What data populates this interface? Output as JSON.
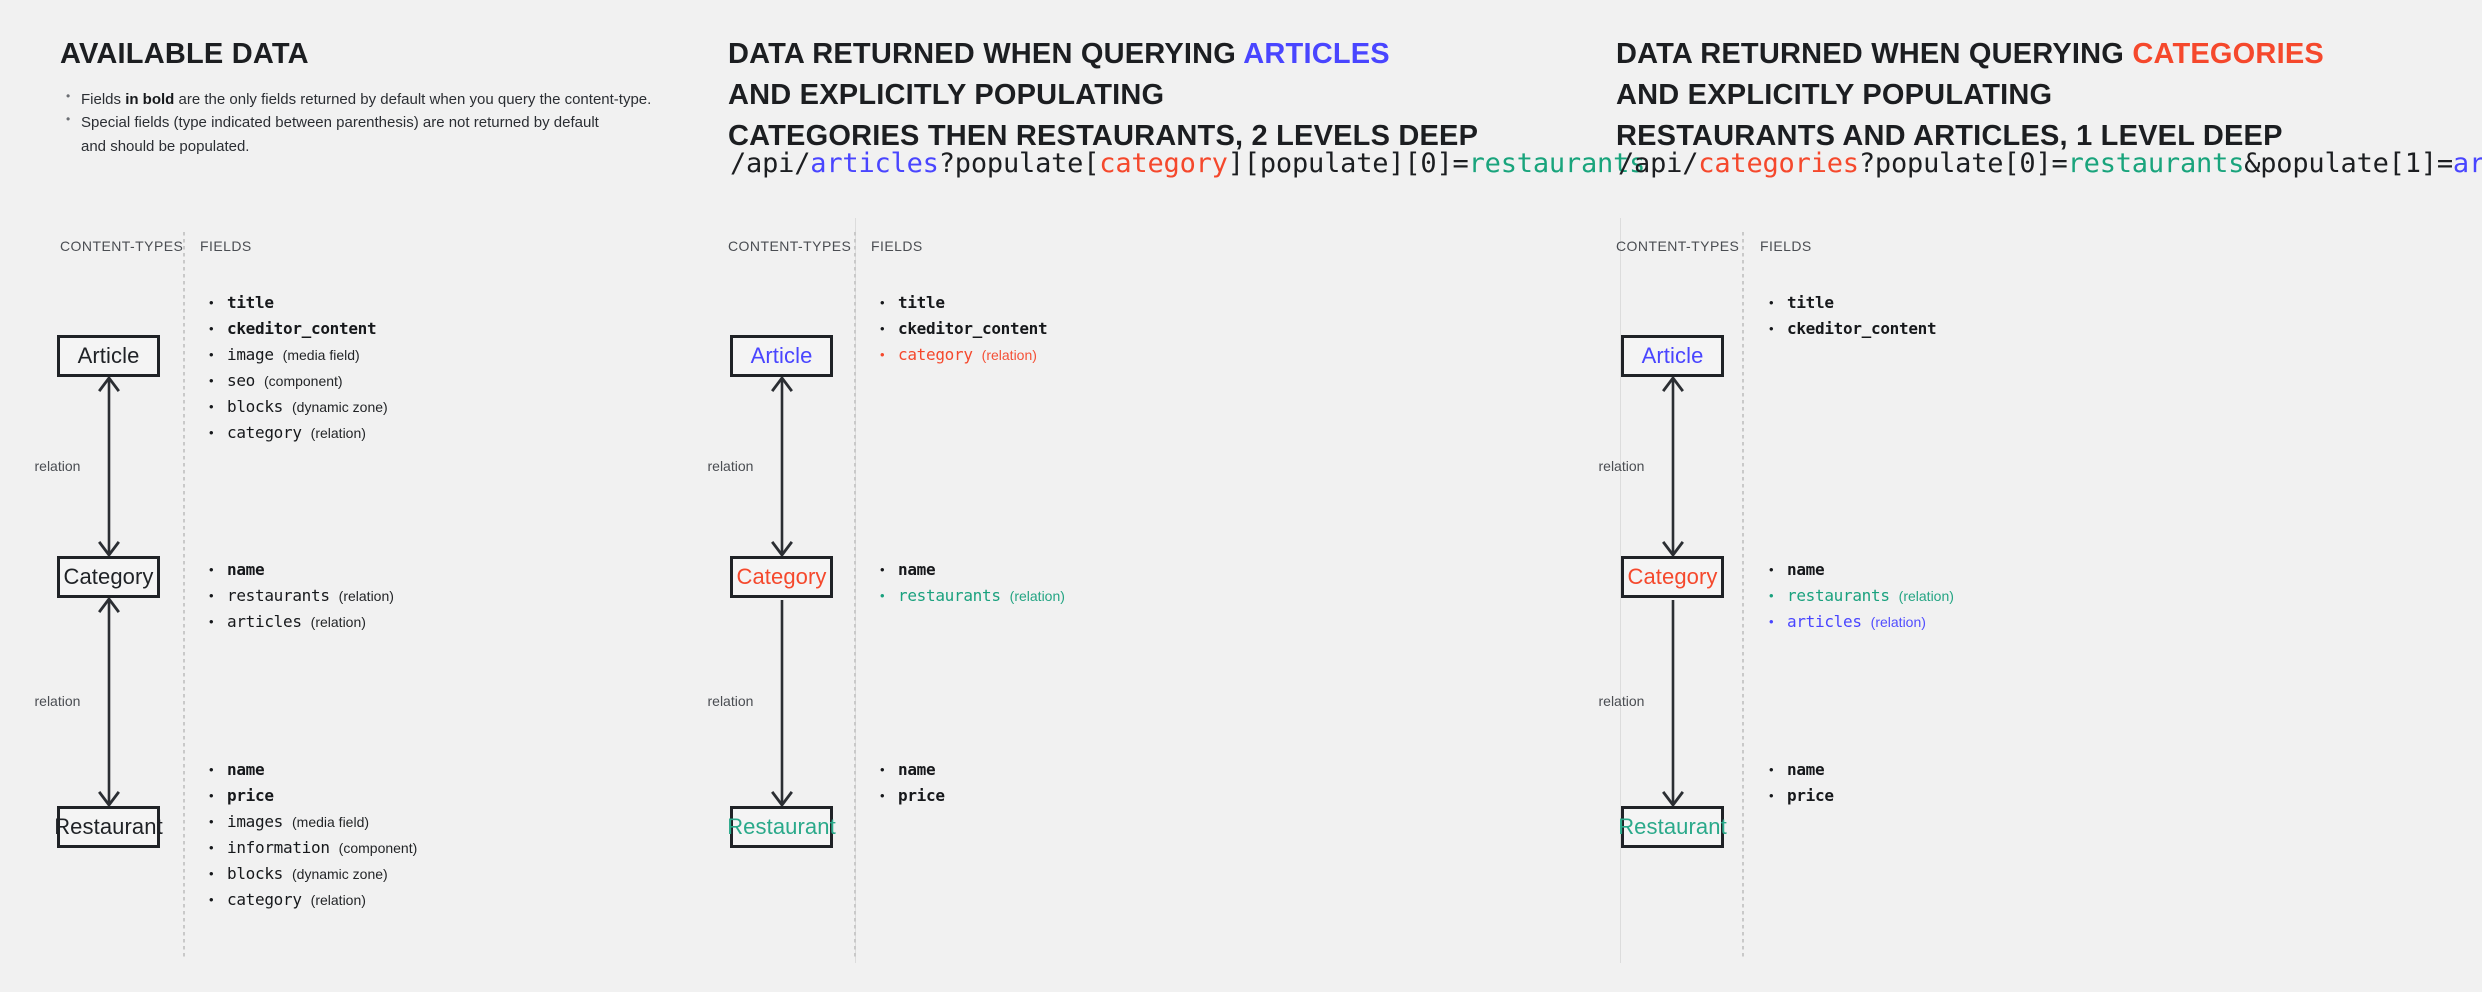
{
  "colors": {
    "background": "#f1f1f1",
    "ink": "#1f2226",
    "blue": "#4945ff",
    "red": "#f5482c",
    "green": "#1aa17e",
    "muted": "#4a4d52"
  },
  "panels": [
    {
      "id": "available-data",
      "heading": {
        "lines": [
          {
            "parts": [
              {
                "text": "AVAILABLE DATA",
                "color": "default"
              }
            ]
          }
        ]
      },
      "bullets": [
        {
          "pre": "Fields ",
          "bold": "in bold",
          "post": " are the only fields returned by default when you query the content-type."
        },
        {
          "pre": "Special fields (type indicated between parenthesis) are not returned by default",
          "bold": "",
          "post": ""
        },
        {
          "pre": "and should be populated.",
          "bold": "",
          "post": "",
          "continuation": true
        }
      ],
      "url": null,
      "col_labels": {
        "content_types": "CONTENT-TYPES",
        "fields": "FIELDS"
      },
      "entities": [
        {
          "name": "Article",
          "color": "default"
        },
        {
          "name": "Category",
          "color": "default"
        },
        {
          "name": "Restaurant",
          "color": "default"
        }
      ],
      "arrows": [
        {
          "label": "relation",
          "heads": "both"
        },
        {
          "label": "relation",
          "heads": "both"
        }
      ],
      "field_groups": [
        {
          "for": "Article",
          "fields": [
            {
              "name": "title",
              "type": "",
              "bold": true,
              "color": "default"
            },
            {
              "name": "ckeditor_content",
              "type": "",
              "bold": true,
              "color": "default"
            },
            {
              "name": "image",
              "type": "(media field)",
              "bold": false,
              "color": "default"
            },
            {
              "name": "seo",
              "type": "(component)",
              "bold": false,
              "color": "default"
            },
            {
              "name": "blocks",
              "type": "(dynamic zone)",
              "bold": false,
              "color": "default"
            },
            {
              "name": "category",
              "type": "(relation)",
              "bold": false,
              "color": "default"
            }
          ]
        },
        {
          "for": "Category",
          "fields": [
            {
              "name": "name",
              "type": "",
              "bold": true,
              "color": "default"
            },
            {
              "name": "restaurants",
              "type": "(relation)",
              "bold": false,
              "color": "default"
            },
            {
              "name": "articles",
              "type": "(relation)",
              "bold": false,
              "color": "default"
            }
          ]
        },
        {
          "for": "Restaurant",
          "fields": [
            {
              "name": "name",
              "type": "",
              "bold": true,
              "color": "default"
            },
            {
              "name": "price",
              "type": "",
              "bold": true,
              "color": "default"
            },
            {
              "name": "images",
              "type": "(media field)",
              "bold": false,
              "color": "default"
            },
            {
              "name": "information",
              "type": "(component)",
              "bold": false,
              "color": "default"
            },
            {
              "name": "blocks",
              "type": "(dynamic zone)",
              "bold": false,
              "color": "default"
            },
            {
              "name": "category",
              "type": "(relation)",
              "bold": false,
              "color": "default"
            }
          ]
        }
      ]
    },
    {
      "id": "query-articles",
      "heading": {
        "lines": [
          {
            "parts": [
              {
                "text": "DATA RETURNED WHEN QUERYING ",
                "color": "default"
              },
              {
                "text": "ARTICLES",
                "color": "blue"
              }
            ]
          },
          {
            "parts": [
              {
                "text": "AND EXPLICITLY POPULATING",
                "color": "default"
              }
            ]
          },
          {
            "parts": [
              {
                "text": "CATEGORIES THEN RESTAURANTS, 2 LEVELS DEEP",
                "color": "default"
              }
            ]
          }
        ]
      },
      "bullets": [],
      "url": {
        "parts": [
          {
            "text": "/api/",
            "color": "default"
          },
          {
            "text": "articles",
            "color": "blue"
          },
          {
            "text": "?populate[",
            "color": "default"
          },
          {
            "text": "category",
            "color": "red"
          },
          {
            "text": "][populate][0]=",
            "color": "default"
          },
          {
            "text": "restaurants",
            "color": "green"
          }
        ]
      },
      "col_labels": {
        "content_types": "CONTENT-TYPES",
        "fields": "FIELDS"
      },
      "entities": [
        {
          "name": "Article",
          "color": "blue"
        },
        {
          "name": "Category",
          "color": "red"
        },
        {
          "name": "Restaurant",
          "color": "green"
        }
      ],
      "arrows": [
        {
          "label": "relation",
          "heads": "both"
        },
        {
          "label": "relation",
          "heads": "down"
        }
      ],
      "field_groups": [
        {
          "for": "Article",
          "fields": [
            {
              "name": "title",
              "type": "",
              "bold": true,
              "color": "default"
            },
            {
              "name": "ckeditor_content",
              "type": "",
              "bold": true,
              "color": "default"
            },
            {
              "name": "category",
              "type": "(relation)",
              "bold": false,
              "color": "red"
            }
          ]
        },
        {
          "for": "Category",
          "fields": [
            {
              "name": "name",
              "type": "",
              "bold": true,
              "color": "default"
            },
            {
              "name": "restaurants",
              "type": "(relation)",
              "bold": false,
              "color": "green"
            }
          ]
        },
        {
          "for": "Restaurant",
          "fields": [
            {
              "name": "name",
              "type": "",
              "bold": true,
              "color": "default"
            },
            {
              "name": "price",
              "type": "",
              "bold": true,
              "color": "default"
            }
          ]
        }
      ]
    },
    {
      "id": "query-categories",
      "heading": {
        "lines": [
          {
            "parts": [
              {
                "text": "DATA RETURNED WHEN QUERYING ",
                "color": "default"
              },
              {
                "text": "CATEGORIES",
                "color": "red"
              }
            ]
          },
          {
            "parts": [
              {
                "text": "AND EXPLICITLY POPULATING",
                "color": "default"
              }
            ]
          },
          {
            "parts": [
              {
                "text": "RESTAURANTS AND ARTICLES, 1 LEVEL DEEP",
                "color": "default"
              }
            ]
          }
        ]
      },
      "bullets": [],
      "url": {
        "parts": [
          {
            "text": "/api/",
            "color": "default"
          },
          {
            "text": "categories",
            "color": "red"
          },
          {
            "text": "?populate[0]=",
            "color": "default"
          },
          {
            "text": "restaurants",
            "color": "green"
          },
          {
            "text": "&populate[1]=",
            "color": "default"
          },
          {
            "text": "articles",
            "color": "blue"
          }
        ]
      },
      "col_labels": {
        "content_types": "CONTENT-TYPES",
        "fields": "FIELDS"
      },
      "entities": [
        {
          "name": "Article",
          "color": "blue"
        },
        {
          "name": "Category",
          "color": "red"
        },
        {
          "name": "Restaurant",
          "color": "green"
        }
      ],
      "arrows": [
        {
          "label": "relation",
          "heads": "both"
        },
        {
          "label": "relation",
          "heads": "down"
        }
      ],
      "field_groups": [
        {
          "for": "Article",
          "fields": [
            {
              "name": "title",
              "type": "",
              "bold": true,
              "color": "default"
            },
            {
              "name": "ckeditor_content",
              "type": "",
              "bold": true,
              "color": "default"
            }
          ]
        },
        {
          "for": "Category",
          "fields": [
            {
              "name": "name",
              "type": "",
              "bold": true,
              "color": "default"
            },
            {
              "name": "restaurants",
              "type": "(relation)",
              "bold": false,
              "color": "green"
            },
            {
              "name": "articles",
              "type": "(relation)",
              "bold": false,
              "color": "blue"
            }
          ]
        },
        {
          "for": "Restaurant",
          "fields": [
            {
              "name": "name",
              "type": "",
              "bold": true,
              "color": "default"
            },
            {
              "name": "price",
              "type": "",
              "bold": true,
              "color": "default"
            }
          ]
        }
      ]
    }
  ]
}
